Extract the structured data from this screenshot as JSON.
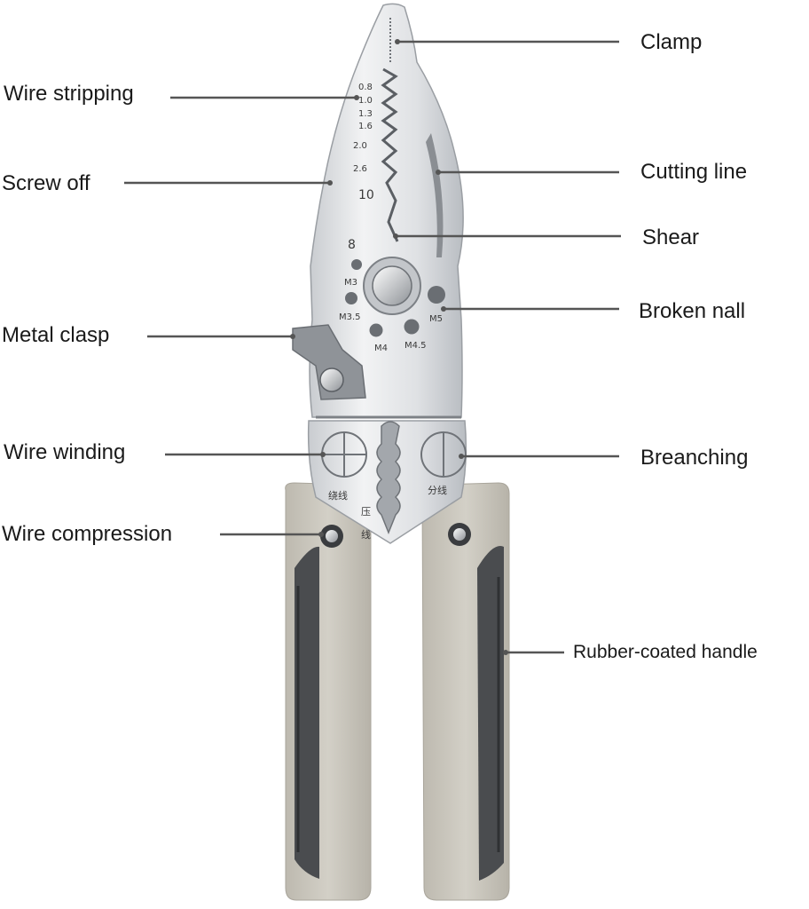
{
  "labels": {
    "clamp": "Clamp",
    "wire_stripping": "Wire stripping",
    "screw_off": "Screw off",
    "cutting_line": "Cutting line",
    "shear": "Shear",
    "broken_nall": "Broken nall",
    "metal_clasp": "Metal clasp",
    "wire_winding": "Wire winding",
    "breanching": "Breanching",
    "wire_compression": "Wire compression",
    "rubber_coated_handle": "Rubber-coated handle"
  },
  "stamps": {
    "gauges": [
      "0.8",
      "1.0",
      "1.3",
      "1.6",
      "2.0",
      "2.6"
    ],
    "size_10": "10",
    "size_8": "8",
    "m3": "M3",
    "m35": "M3.5",
    "m4": "M4",
    "m45": "M4.5",
    "m5": "M5",
    "zh_winding": "绕线",
    "zh_branch": "分线",
    "zh_press_1": "压",
    "zh_press_2": "线"
  },
  "colors": {
    "steel": "#e4e6e8",
    "steel_dark": "#9a9ea3",
    "handle_grey": "#c9c6bd",
    "rubber": "#4a4c4f",
    "leader": "#555555"
  }
}
